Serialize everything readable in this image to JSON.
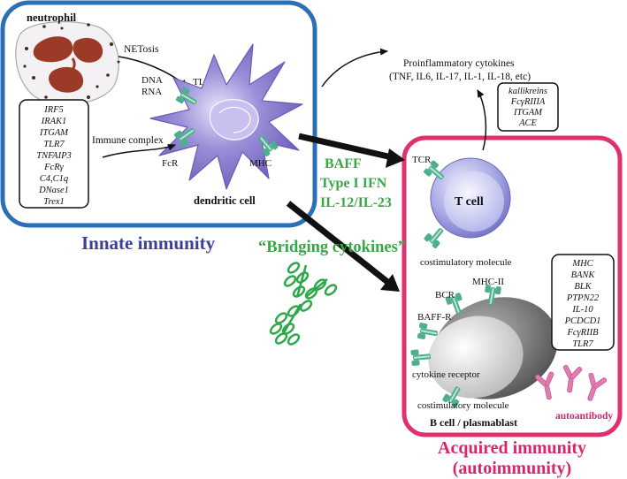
{
  "colors": {
    "innate_border": "#2c6fb8",
    "acquired_border": "#e0306f",
    "innate_title": "#3d3f98",
    "acquired_title": "#d6276a",
    "cytokine_text": "#3aa64a",
    "receptor": "#4fae8e",
    "dendritic": "#7c6fc4",
    "tcell": "#8c8cd6",
    "bcell": "#7a7a7a",
    "neutrophil_nucleus": "#9b3a26",
    "antibody_pink": "#e27cb0",
    "antibody_green": "#2ea84a"
  },
  "innate": {
    "title": "Innate immunity",
    "neutrophil": "neutrophil",
    "netosis": "NETosis",
    "dna": "DNA",
    "rna": "RNA",
    "tlr": "TLR",
    "immune_complex": "Immune complex",
    "fcr": "FcR",
    "mhc": "MHC",
    "dendritic_cell": "dendritic cell",
    "genes": [
      "IRF5",
      "IRAK1",
      "ITGAM",
      "TLR7",
      "TNFAIP3",
      "FcRγ",
      "C4,C1q",
      "DNase1",
      "Trex1"
    ]
  },
  "proinflammatory": {
    "title": "Proinflammatory cytokines",
    "list": "(TNF, IL6, IL-17, IL-1, IL-18, etc)",
    "genes": [
      "kallikreins",
      "FcγRIIIA",
      "ITGAM",
      "ACE"
    ]
  },
  "bridging": {
    "baff": "BAFF",
    "ifn": "Type I IFN",
    "il": "IL-12/IL-23",
    "label": "“Bridging cytokines”"
  },
  "acquired": {
    "title_line1": "Acquired immunity",
    "title_line2": "(autoimmunity)",
    "tcr": "TCR",
    "t_cell": "T cell",
    "costim_t": "costimulatory molecule",
    "bcr": "BCR",
    "mhc2": "MHC-II",
    "baffr": "BAFF-R",
    "cytokine_receptor": "cytokine receptor",
    "costim_b": "costimulatory molecule",
    "b_cell": "B cell / plasmablast",
    "autoantibody": "autoantibody",
    "genes": [
      "MHC",
      "BANK",
      "BLK",
      "PTPN22",
      "IL-10",
      "PCDCD1",
      "FcγRIIB",
      "TLR7"
    ]
  }
}
